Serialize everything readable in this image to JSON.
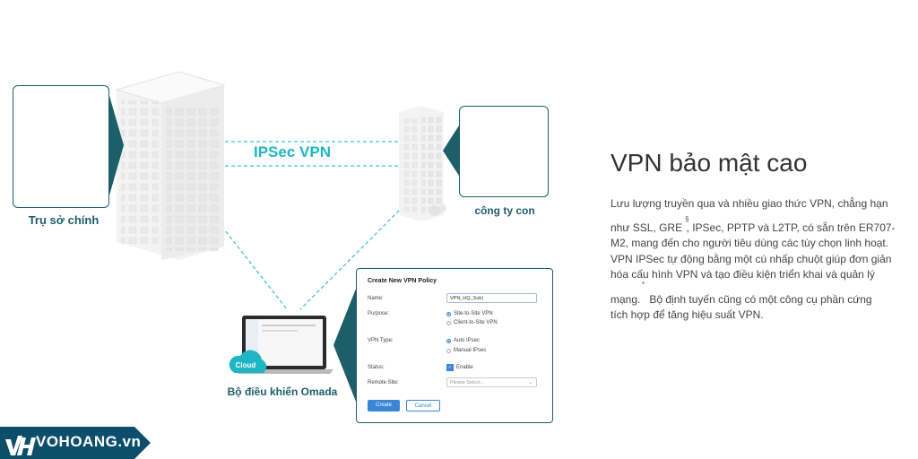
{
  "diagram": {
    "hq_label": "Trụ sở chính",
    "branch_label": "công ty con",
    "vpn_label": "IPSec VPN",
    "controller_label": "Bộ điều khiển Omada",
    "cloud_label": "Cloud"
  },
  "dialog": {
    "title": "Create New VPN Policy",
    "name_label": "Name:",
    "name_value": "VPN_HQ_Sub|",
    "purpose_label": "Purpose:",
    "purpose_options": [
      "Site-to-Site VPN",
      "Client-to-Site VPN"
    ],
    "purpose_selected": "Site-to-Site VPN",
    "vpn_type_label": "VPN Type:",
    "vpn_type_options": [
      "Auto IPsec",
      "Manual IPsec"
    ],
    "vpn_type_selected": "Auto IPsec",
    "status_label": "Status:",
    "status_value": "Enable",
    "remote_site_label": "Remote Site:",
    "remote_site_placeholder": "Please Select...",
    "create_label": "Create",
    "cancel_label": "Cancel"
  },
  "content": {
    "heading": "VPN bảo mật cao",
    "line1": "Lưu lượng truyền qua và nhiều giao thức VPN, chẳng hạn",
    "line2_a": "như SSL, GRE",
    "line2_sup": "§",
    "line2_b": ", IPSec, PPTP và L2TP, có sẵn trên ER707-",
    "line3": "M2, mang đến cho người tiêu dùng các tùy chọn linh hoạt.",
    "line4": "VPN IPSec tự động bằng một cú nhấp chuột giúp đơn giản",
    "line5": "hóa cấu hình VPN và tạo điều kiện triển khai và quản lý",
    "line6_sup": "*",
    "line6_a": "mạng.",
    "line6_b": "Bộ định tuyến cũng có một công cụ phần cứng",
    "line7": "tích hợp để tăng hiệu suất VPN."
  },
  "logo": {
    "text": "VOHOANG.vn",
    "mark": "vh"
  },
  "colors": {
    "teal": "#1d5e6b",
    "cyan": "#1fb6c4",
    "blue": "#3a86d4"
  }
}
